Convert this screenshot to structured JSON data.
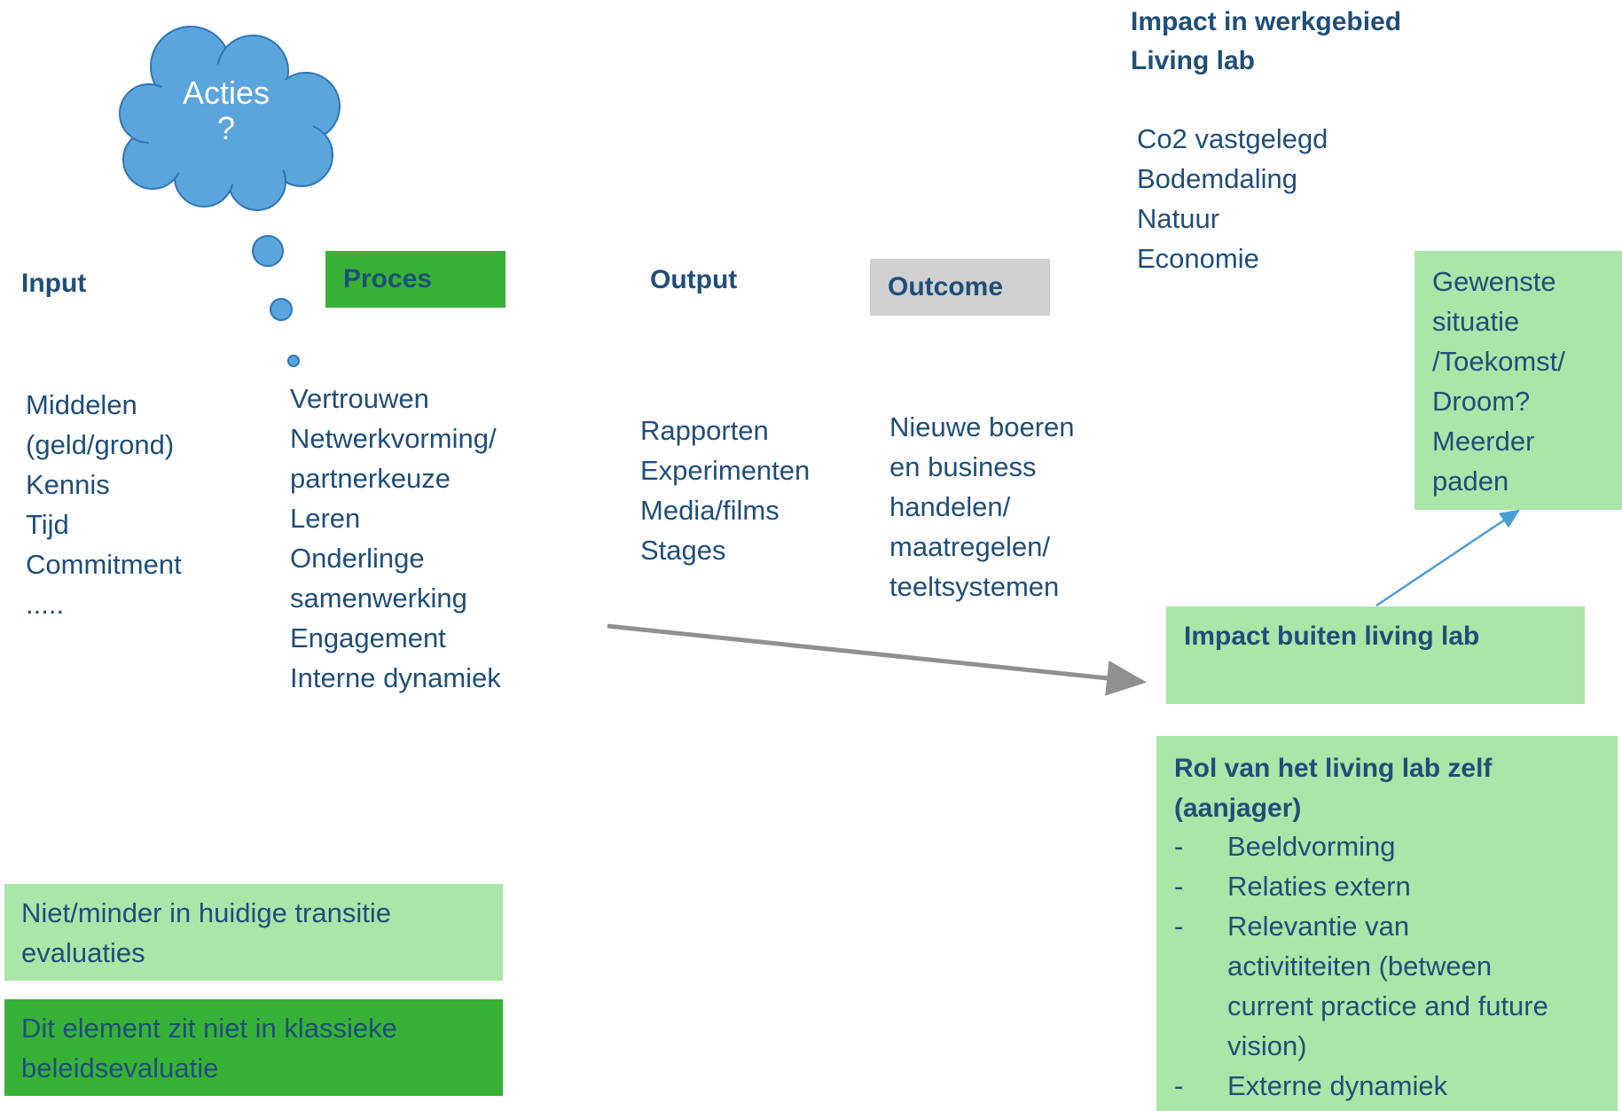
{
  "cloud": {
    "line1": "Acties",
    "line2": "?"
  },
  "columns": {
    "input": {
      "label": "Input",
      "items": [
        "Middelen",
        "(geld/grond)",
        "Kennis",
        "Tijd",
        "Commitment",
        "....."
      ]
    },
    "proces": {
      "label": "Proces",
      "items": [
        "Vertrouwen",
        "Netwerkvorming/",
        "partnerkeuze",
        "Leren",
        "Onderlinge",
        "samenwerking",
        "Engagement",
        "Interne dynamiek"
      ]
    },
    "output": {
      "label": "Output",
      "items": [
        "Rapporten",
        "Experimenten",
        "Media/films",
        "Stages"
      ]
    },
    "outcome": {
      "label": "Outcome",
      "items": [
        "Nieuwe boeren",
        "en business",
        "handelen/",
        "maatregelen/",
        "teeltsystemen"
      ]
    }
  },
  "impact_werkgebied": {
    "title_line1": "Impact in werkgebied",
    "title_line2": "Living lab",
    "items": [
      "Co2 vastgelegd",
      "Bodemdaling",
      "Natuur",
      "Economie"
    ]
  },
  "gewenste": {
    "lines": [
      "Gewenste",
      "situatie",
      "/Toekomst/",
      "Droom?",
      "Meerder",
      "paden"
    ]
  },
  "impact_buiten": {
    "label": "Impact buiten living lab"
  },
  "rol": {
    "title_line1": "Rol van het living lab zelf",
    "title_line2": "(aanjager)",
    "items": [
      {
        "lines": [
          "Beeldvorming"
        ]
      },
      {
        "lines": [
          "Relaties extern"
        ]
      },
      {
        "lines": [
          "Relevantie van",
          "activititeiten (between",
          "current practice and future",
          "vision)"
        ]
      },
      {
        "lines": [
          "Externe dynamiek"
        ]
      }
    ]
  },
  "legend": {
    "light": {
      "lines": [
        "Niet/minder in huidige transitie",
        "evaluaties"
      ],
      "color": "#a9e6a8"
    },
    "dark": {
      "lines": [
        "Dit element zit niet in klassieke",
        "beleidsevaluatie"
      ],
      "color": "#38b236"
    }
  },
  "colors": {
    "text": "#1f4e79",
    "cloud": "#5aa5dc",
    "cloud_stroke": "#2e75b6",
    "arrow_grey": "#909090",
    "arrow_blue": "#4a9ed6"
  }
}
